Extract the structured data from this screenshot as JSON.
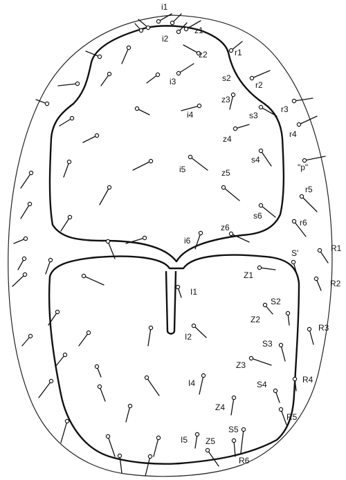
{
  "diagram": {
    "labels": {
      "i1": "i1",
      "i2": "i2",
      "z1": "z1",
      "z2": "z2",
      "r1": "r1",
      "s2": "s2",
      "r2": "r2",
      "i3": "i3",
      "z3": "z3",
      "r3": "r3",
      "i4": "i4",
      "s3": "s3",
      "r4": "r4",
      "z4": "z4",
      "s4": "s4",
      "p": "\"p\"",
      "i5": "i5",
      "z5": "z5",
      "r5": "r5",
      "s6": "s6",
      "r6": "r6",
      "z6": "z6",
      "i6": "i6",
      "S_prime": "S'",
      "R1": "R1",
      "Z1": "Z1",
      "I1": "I1",
      "R2": "R2",
      "S2": "S2",
      "Z2": "Z2",
      "R3": "R3",
      "I2": "I2",
      "S3": "S3",
      "Z3": "Z3",
      "R4": "R4",
      "I4": "I4",
      "S4": "S4",
      "Z4": "Z4",
      "R5": "R5",
      "S5": "S5",
      "I5": "I5",
      "Z5": "Z5",
      "R6": "R6"
    }
  }
}
